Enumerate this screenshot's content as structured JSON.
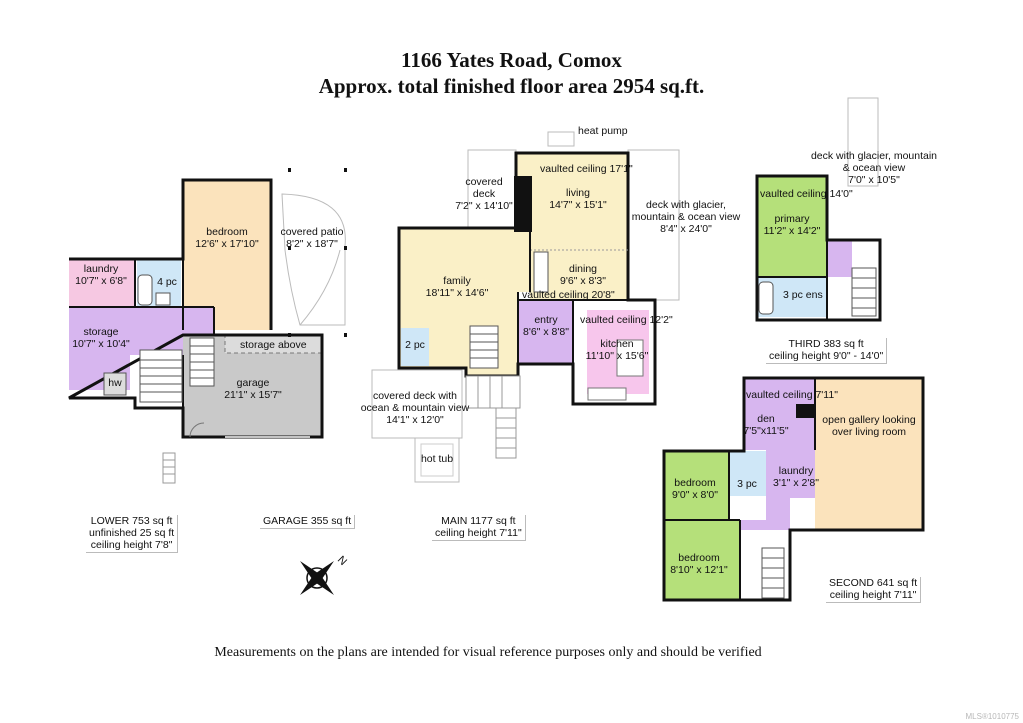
{
  "header": {
    "address": "1166 Yates Road, Comox",
    "total_area": "Approx. total finished floor area 2954 sq.ft."
  },
  "rooms": {
    "lower_bedroom": {
      "name": "bedroom",
      "dims": "12'6\" x 17'10\""
    },
    "covered_patio": {
      "name": "covered patio",
      "dims": "8'2\" x 18'7\""
    },
    "laundry_lower": {
      "name": "laundry",
      "dims": "10'7\" x 6'8\""
    },
    "bath_4pc": {
      "name": "4 pc"
    },
    "storage": {
      "name": "storage",
      "dims": "10'7\" x 10'4\""
    },
    "hw": {
      "name": "hw"
    },
    "storage_above": {
      "name": "storage above"
    },
    "garage": {
      "name": "garage",
      "dims": "21'1\" x 15'7\""
    },
    "covered_deck": {
      "name1": "covered",
      "name2": "deck",
      "dims": "7'2\" x 14'10\""
    },
    "heat_pump": {
      "name": "heat pump"
    },
    "living_vaulted": {
      "name": "vaulted ceiling 17'1\""
    },
    "living": {
      "name": "living",
      "dims": "14'7\" x 15'1\""
    },
    "deck_main": {
      "line1": "deck with glacier,",
      "line2": "mountain & ocean view",
      "dims": "8'4\" x 24'0\""
    },
    "family": {
      "name": "family",
      "dims": "18'11\" x 14'6\""
    },
    "dining": {
      "name": "dining",
      "dims": "9'6\" x 8'3\""
    },
    "dining_vaulted": {
      "name": "vaulted ceiling 20'8\""
    },
    "entry": {
      "name": "entry",
      "dims": "8'6\" x 8'8\""
    },
    "kitchen_vaulted": {
      "name": "vaulted ceiling 12'2\""
    },
    "kitchen": {
      "name": "kitchen",
      "dims": "11'10\" x 15'6\""
    },
    "bath_2pc": {
      "name": "2 pc"
    },
    "covered_deck_ocean": {
      "line1": "covered deck with",
      "line2": "ocean & mountain view",
      "dims": "14'1\" x 12'0\""
    },
    "hot_tub": {
      "name": "hot tub"
    },
    "deck_third": {
      "line1": "deck with glacier, mountain",
      "line2": "& ocean view",
      "dims": "7'0\" x 10'5\""
    },
    "primary_vaulted": {
      "name": "vaulted ceiling 14'0\""
    },
    "primary": {
      "name": "primary",
      "dims": "11'2\" x 14'2\""
    },
    "ens_3pc": {
      "name": "3 pc ens"
    },
    "den_vaulted": {
      "name": "vaulted ceiling 7'11\""
    },
    "den": {
      "name": "den",
      "dims": "7'5\"x11'5\""
    },
    "gallery": {
      "line1": "open gallery looking",
      "line2": "over living room"
    },
    "laundry_second": {
      "name": "laundry",
      "dims": "3'1\" x 2'8\""
    },
    "bedroom_a": {
      "name": "bedroom",
      "dims": "9'0\" x 8'0\""
    },
    "bath_3pc": {
      "name": "3 pc"
    },
    "bedroom_b": {
      "name": "bedroom",
      "dims": "8'10\" x 12'1\""
    }
  },
  "summaries": {
    "lower": {
      "l1": "LOWER    753 sq ft",
      "l2": "unfinished    25 sq ft",
      "l3": "ceiling height 7'8\""
    },
    "garage": {
      "l1": "GARAGE   355 sq ft"
    },
    "main": {
      "l1": "MAIN   1177 sq ft",
      "l2": "ceiling height 7'11\""
    },
    "third": {
      "l1": "THIRD    383 sq ft",
      "l2": "ceiling height 9'0\" - 14'0\""
    },
    "second": {
      "l1": "SECOND  641 sq ft",
      "l2": "ceiling height 7'11\""
    }
  },
  "compass": {
    "north_label": "N"
  },
  "footer": {
    "disclaimer": "Measurements on the plans are intended for visual reference purposes only and should be verified",
    "mls": "MLS®1010775"
  },
  "colors": {
    "bedroom": "#fbe3bc",
    "living": "#faf0c7",
    "bedroom_upper": "#b5e07a",
    "laundry": "#f6c8e2",
    "bath": "#cfe7f7",
    "storage": "#d7b6ef",
    "kitchen": "#f7c6ec",
    "garage": "#c9c9c9",
    "wall": "#111111"
  }
}
